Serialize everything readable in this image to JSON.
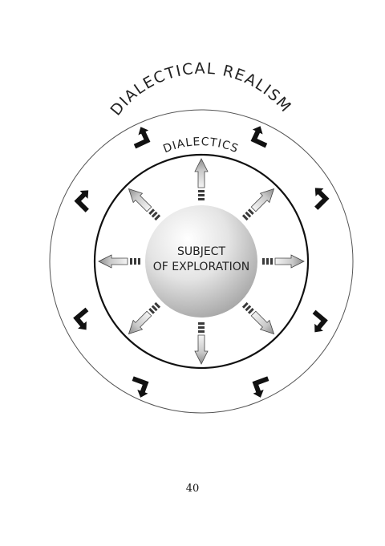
{
  "diagram": {
    "outer_label": "DIALECTICAL REALISM",
    "inner_label": "DIALECTICS",
    "center_label_line1": "SUBJECT",
    "center_label_line2": "OF EXPLORATION"
  },
  "page": {
    "number": "40"
  },
  "colors": {
    "outer_ring": "#555555",
    "inner_ring": "#111111",
    "bent_arrow": "#111111",
    "radial_arrow_light": "#f2f2f2",
    "radial_arrow_dark": "#8a8a8a"
  }
}
